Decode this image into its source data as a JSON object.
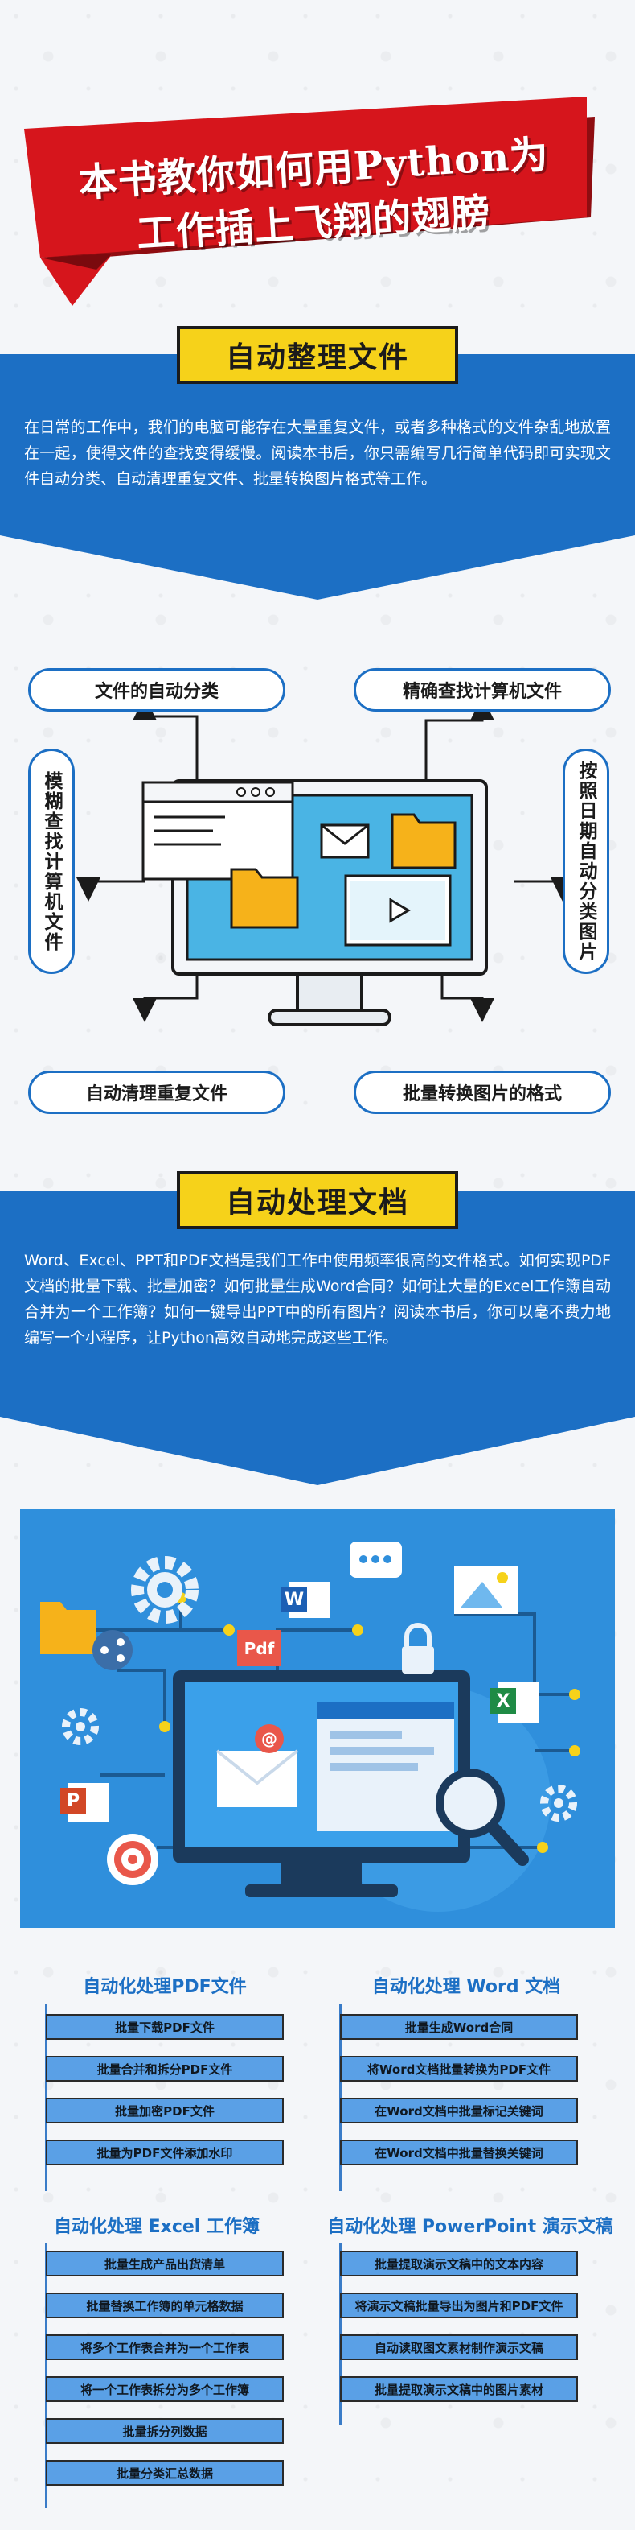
{
  "banner": {
    "line1": "本书教你如何用Python为",
    "line2": "工作插上飞翔的翅膀",
    "color": "#d6151c"
  },
  "section1": {
    "title": "自动整理文件",
    "text": "在日常的工作中，我们的电脑可能存在大量重复文件，或者多种格式的文件杂乱地放置在一起，使得文件的查找变得缓慢。阅读本书后，你只需编写几行简单代码即可实现文件自动分类、自动清理重复文件、批量转换图片格式等工作。"
  },
  "diagram": {
    "top_left": "文件的自动分类",
    "top_right": "精确查找计算机文件",
    "left": "模糊查找计算机文件",
    "right": "按照日期自动分类图片",
    "bottom_left": "自动清理重复文件",
    "bottom_right": "批量转换图片的格式"
  },
  "section2": {
    "title": "自动处理文档",
    "text": "Word、Excel、PPT和PDF文档是我们工作中使用频率很高的文件格式。如何实现PDF文档的批量下载、批量加密？如何批量生成Word合同？如何让大量的Excel工作簿自动合并为一个工作簿？如何一键导出PPT中的所有图片？阅读本书后，你可以毫不费力地编写一个小程序，让Python高效自动地完成这些工作。"
  },
  "illustration": {
    "icons": [
      "gear-icon",
      "folder-icon",
      "share-icon",
      "pdf-icon",
      "word-icon",
      "excel-icon",
      "powerpoint-icon",
      "image-icon",
      "chat-icon",
      "magnifier-icon",
      "lock-icon",
      "target-icon",
      "mail-icon",
      "monitor-icon"
    ],
    "pdf_label": "Pdf",
    "word_label": "W",
    "excel_label": "X",
    "ppt_label": "P",
    "at_label": "@"
  },
  "groups": [
    {
      "title": "自动化处理PDF文件",
      "items": [
        "批量下载PDF文件",
        "批量合并和拆分PDF文件",
        "批量加密PDF文件",
        "批量为PDF文件添加水印"
      ]
    },
    {
      "title": "自动化处理 Word 文档",
      "items": [
        "批量生成Word合同",
        "将Word文档批量转换为PDF文件",
        "在Word文档中批量标记关键词",
        "在Word文档中批量替换关键词"
      ]
    },
    {
      "title": "自动化处理 Excel 工作簿",
      "items": [
        "批量生成产品出货清单",
        "批量替换工作簿的单元格数据",
        "将多个工作表合并为一个工作表",
        "将一个工作表拆分为多个工作簿",
        "批量拆分列数据",
        "批量分类汇总数据"
      ]
    },
    {
      "title": "自动化处理 PowerPoint 演示文稿",
      "items": [
        "批量提取演示文稿中的文本内容",
        "将演示文稿批量导出为图片和PDF文件",
        "自动读取图文素材制作演示文稿",
        "批量提取演示文稿中的图片素材"
      ]
    }
  ],
  "colors": {
    "blue": "#1c6fc4",
    "yellow": "#f6d21a",
    "red": "#d6151c",
    "item_blue": "#5aa0e6"
  }
}
